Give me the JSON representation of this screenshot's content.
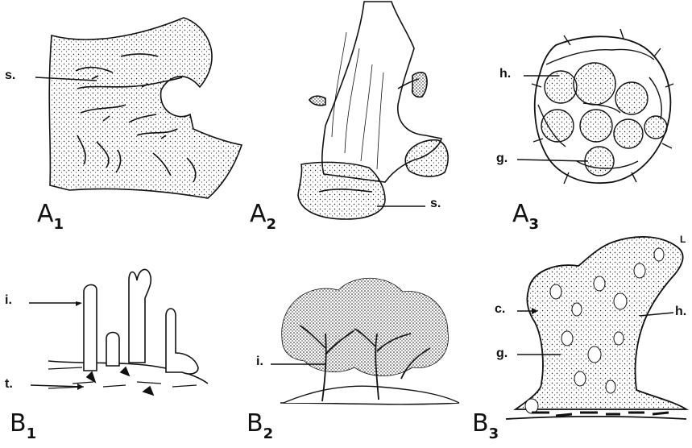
{
  "panels": [
    {
      "letter": "A",
      "sub": "1"
    },
    {
      "letter": "A",
      "sub": "2"
    },
    {
      "letter": "A",
      "sub": "3"
    },
    {
      "letter": "B",
      "sub": "1"
    },
    {
      "letter": "B",
      "sub": "2"
    },
    {
      "letter": "B",
      "sub": "3"
    }
  ],
  "callouts": {
    "a1_s": "s.",
    "a2_s": "s.",
    "a3_h": "h.",
    "a3_g": "g.",
    "b1_i": "i.",
    "b1_t": "t.",
    "b2_i": "i.",
    "b3_c": "c.",
    "b3_h": "h.",
    "b3_g": "g.",
    "b3_corner": "L"
  },
  "colors": {
    "ink": "#111111",
    "paper": "#ffffff"
  }
}
